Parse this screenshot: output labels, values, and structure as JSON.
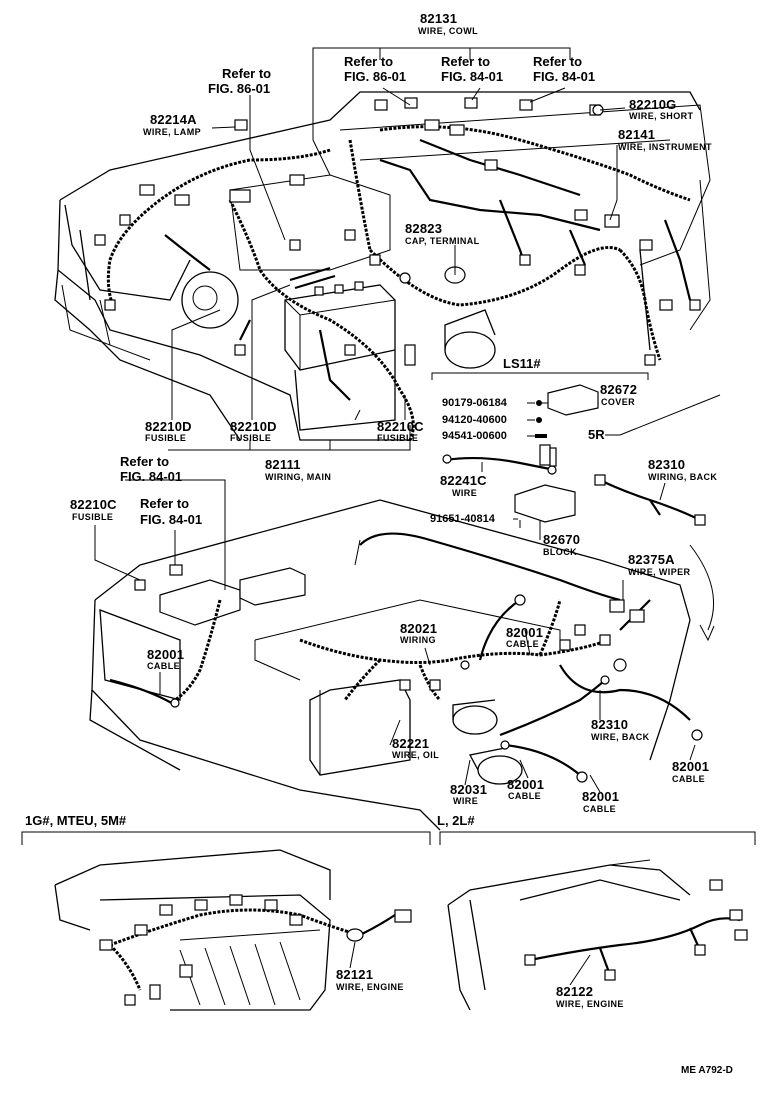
{
  "top": {
    "p82131": {
      "pn": "82131",
      "desc": "WIRE, COWL"
    },
    "ref_a": {
      "line1": "Refer to",
      "line2": "FIG. 86-01"
    },
    "ref_b": {
      "line1": "Refer to",
      "line2": "FIG. 84-01"
    },
    "ref_c": {
      "line1": "Refer to",
      "line2": "FIG. 84-01"
    },
    "ref_lamp": {
      "line1": "Refer to",
      "line2": "FIG. 86-01"
    },
    "p82214A": {
      "pn": "82214A",
      "desc": "WIRE, LAMP"
    },
    "p82210G": {
      "pn": "82210G",
      "desc": "WIRE, SHORT"
    },
    "p82141": {
      "pn": "82141",
      "desc": "WIRE, INSTRUMENT"
    },
    "p82823": {
      "pn": "82823",
      "desc": "CAP, TERMINAL"
    },
    "p82210D_a": {
      "pn": "82210D",
      "desc": "FUSIBLE"
    },
    "p82210D_b": {
      "pn": "82210D",
      "desc": "FUSIBLE"
    },
    "p82210C": {
      "pn": "82210C",
      "desc": "FUSIBLE"
    },
    "p82111": {
      "pn": "82111",
      "desc": "WIRING, MAIN"
    }
  },
  "ls11": {
    "title": "LS11#",
    "codes": [
      "90179-06184",
      "94120-40600",
      "94541-00600",
      "91651-40814"
    ],
    "p82672": {
      "pn": "82672",
      "desc": "COVER"
    },
    "p82241C": {
      "pn": "82241C",
      "desc": "WIRE"
    },
    "p82670": {
      "pn": "82670",
      "desc": "BLOCK"
    }
  },
  "r5": {
    "title": "5R",
    "p82310": {
      "pn": "82310",
      "desc": "WIRING, BACK"
    }
  },
  "mid": {
    "ref_d": {
      "line1": "Refer to",
      "line2": "FIG. 84-01"
    },
    "ref_e": {
      "line1": "Refer to",
      "line2": "FIG. 84-01"
    },
    "p82210C": {
      "pn": "82210C",
      "desc": "FUSIBLE"
    },
    "p82375A": {
      "pn": "82375A",
      "desc": "WIRE, WIPER"
    },
    "p82001_left": {
      "pn": "82001",
      "desc": "CABLE"
    },
    "p82021": {
      "pn": "82021",
      "desc": "WIRING"
    },
    "p82001_center": {
      "pn": "82001",
      "desc": "CABLE"
    },
    "p82221": {
      "pn": "82221",
      "desc": "WIRE, OIL"
    },
    "p82031": {
      "pn": "82031",
      "desc": "WIRE"
    },
    "p82001_low": {
      "pn": "82001",
      "desc": "CABLE"
    },
    "p82001_low2": {
      "pn": "82001",
      "desc": "CABLE"
    },
    "p82310": {
      "pn": "82310",
      "desc": "WIRE, BACK"
    },
    "p82001_right": {
      "pn": "82001",
      "desc": "CABLE"
    }
  },
  "bottom": {
    "left_title": "1G#, MTEU, 5M#",
    "right_title": "L, 2L#",
    "p82121": {
      "pn": "82121",
      "desc": "WIRE, ENGINE"
    },
    "p82122": {
      "pn": "82122",
      "desc": "WIRE, ENGINE"
    }
  },
  "figure_code": "ME A792-D"
}
